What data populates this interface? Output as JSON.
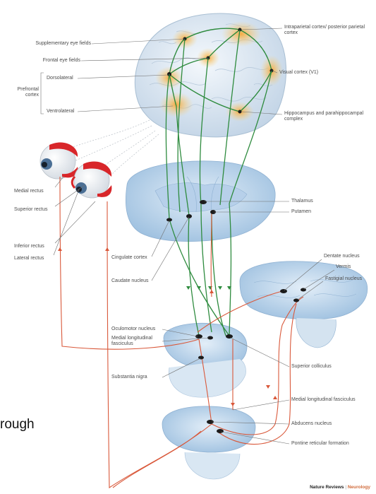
{
  "labels": {
    "supplementary_eye_fields": "Supplementary eye fields",
    "frontal_eye_fields": "Frontal eye fields",
    "dorsolateral": "Dorsolateral",
    "prefrontal_cortex": "Prefrontal cortex",
    "ventrolateral": "Ventrolateral",
    "intraparietal_cortex": "Intraparietal cortex/ posterior parietal cortex",
    "visual_cortex": "Visual cortex (V1)",
    "hippocampus": "Hippocampus and parahippocampal complex",
    "medial_rectus": "Medial rectus",
    "superior_rectus": "Superior rectus",
    "inferior_rectus": "Inferior rectus",
    "lateral_rectus": "Lateral rectus",
    "thalamus": "Thalamus",
    "putamen": "Putamen",
    "cingulate_cortex": "Cingulate cortex",
    "caudate_nucleus": "Caudate nucleus",
    "dentate_nucleus": "Dentate nucleus",
    "vermis": "Vermis",
    "fastigial_nucleus": "Fastigial nucleus",
    "oculomotor_nucleus": "Oculomotor nucleus",
    "medial_longitudinal_fasciculus_top": "Medial longitudinal fasciculus",
    "superior_colliculus": "Superior colliculus",
    "substantia_nigra": "Substantia nigra",
    "medial_longitudinal_fasciculus_right": "Medial longitudinal fasciculus",
    "abducens_nucleus": "Abducens nucleus",
    "pontine_reticular_formation": "Pontine reticular formation"
  },
  "overlay_text": "rough",
  "credit": {
    "journal": "Nature Reviews",
    "separator": "|",
    "section": "Neurology"
  },
  "colors": {
    "efferent_pathway": "#2e8b3e",
    "motor_pathway": "#d9583a",
    "brain_tissue": "#c9dcee",
    "activation": "#f5b84a",
    "nucleus": "#1b1b1b",
    "eye_muscle": "#d8262a"
  }
}
